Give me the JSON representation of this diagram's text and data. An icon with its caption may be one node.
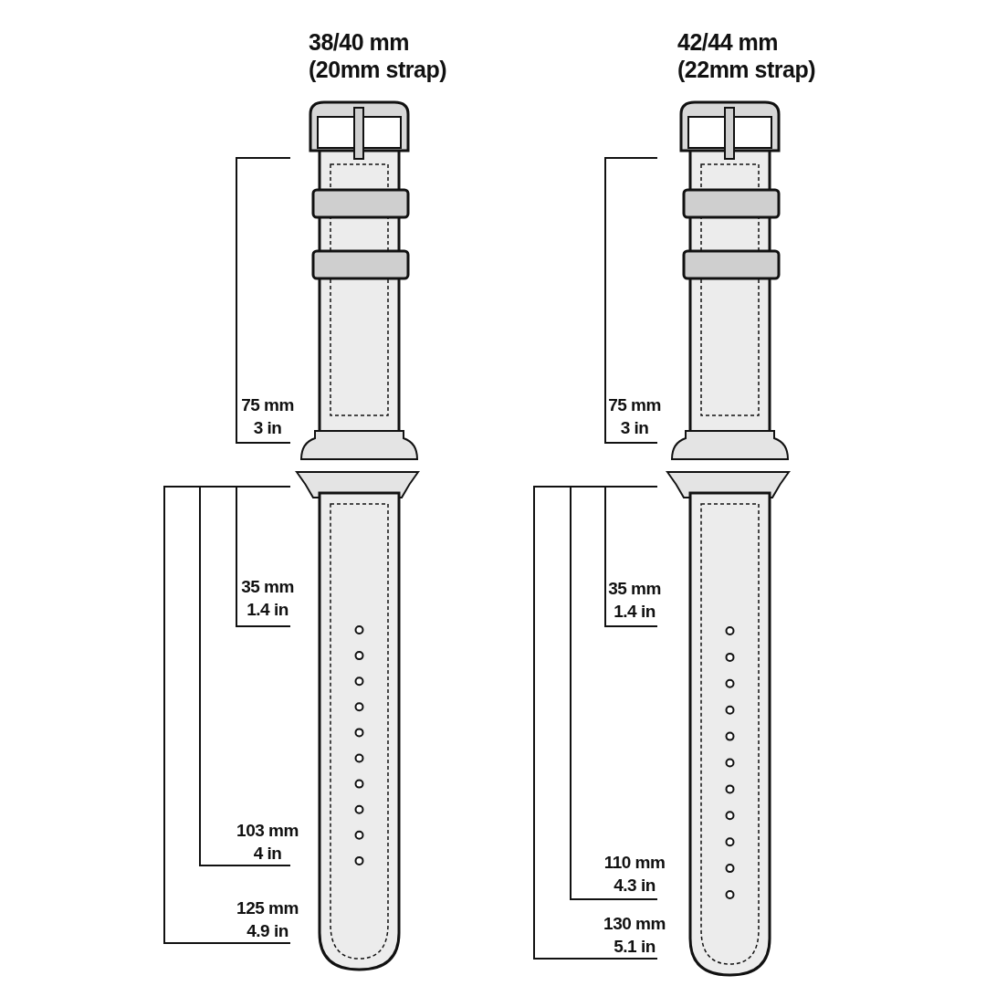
{
  "diagram": {
    "labels": [
      "38/40 mm",
      "(20mm strap)",
      "75 mm",
      "3 in",
      "35 mm",
      "1.4 in",
      "103 mm",
      "4 in",
      "125 mm",
      "4.9 in",
      "42/44 mm",
      "(22mm strap)",
      "75 mm",
      "3 in",
      "35 mm",
      "1.4 in",
      "110 mm",
      "4.3 in",
      "130 mm",
      "5.1 in"
    ]
  }
}
